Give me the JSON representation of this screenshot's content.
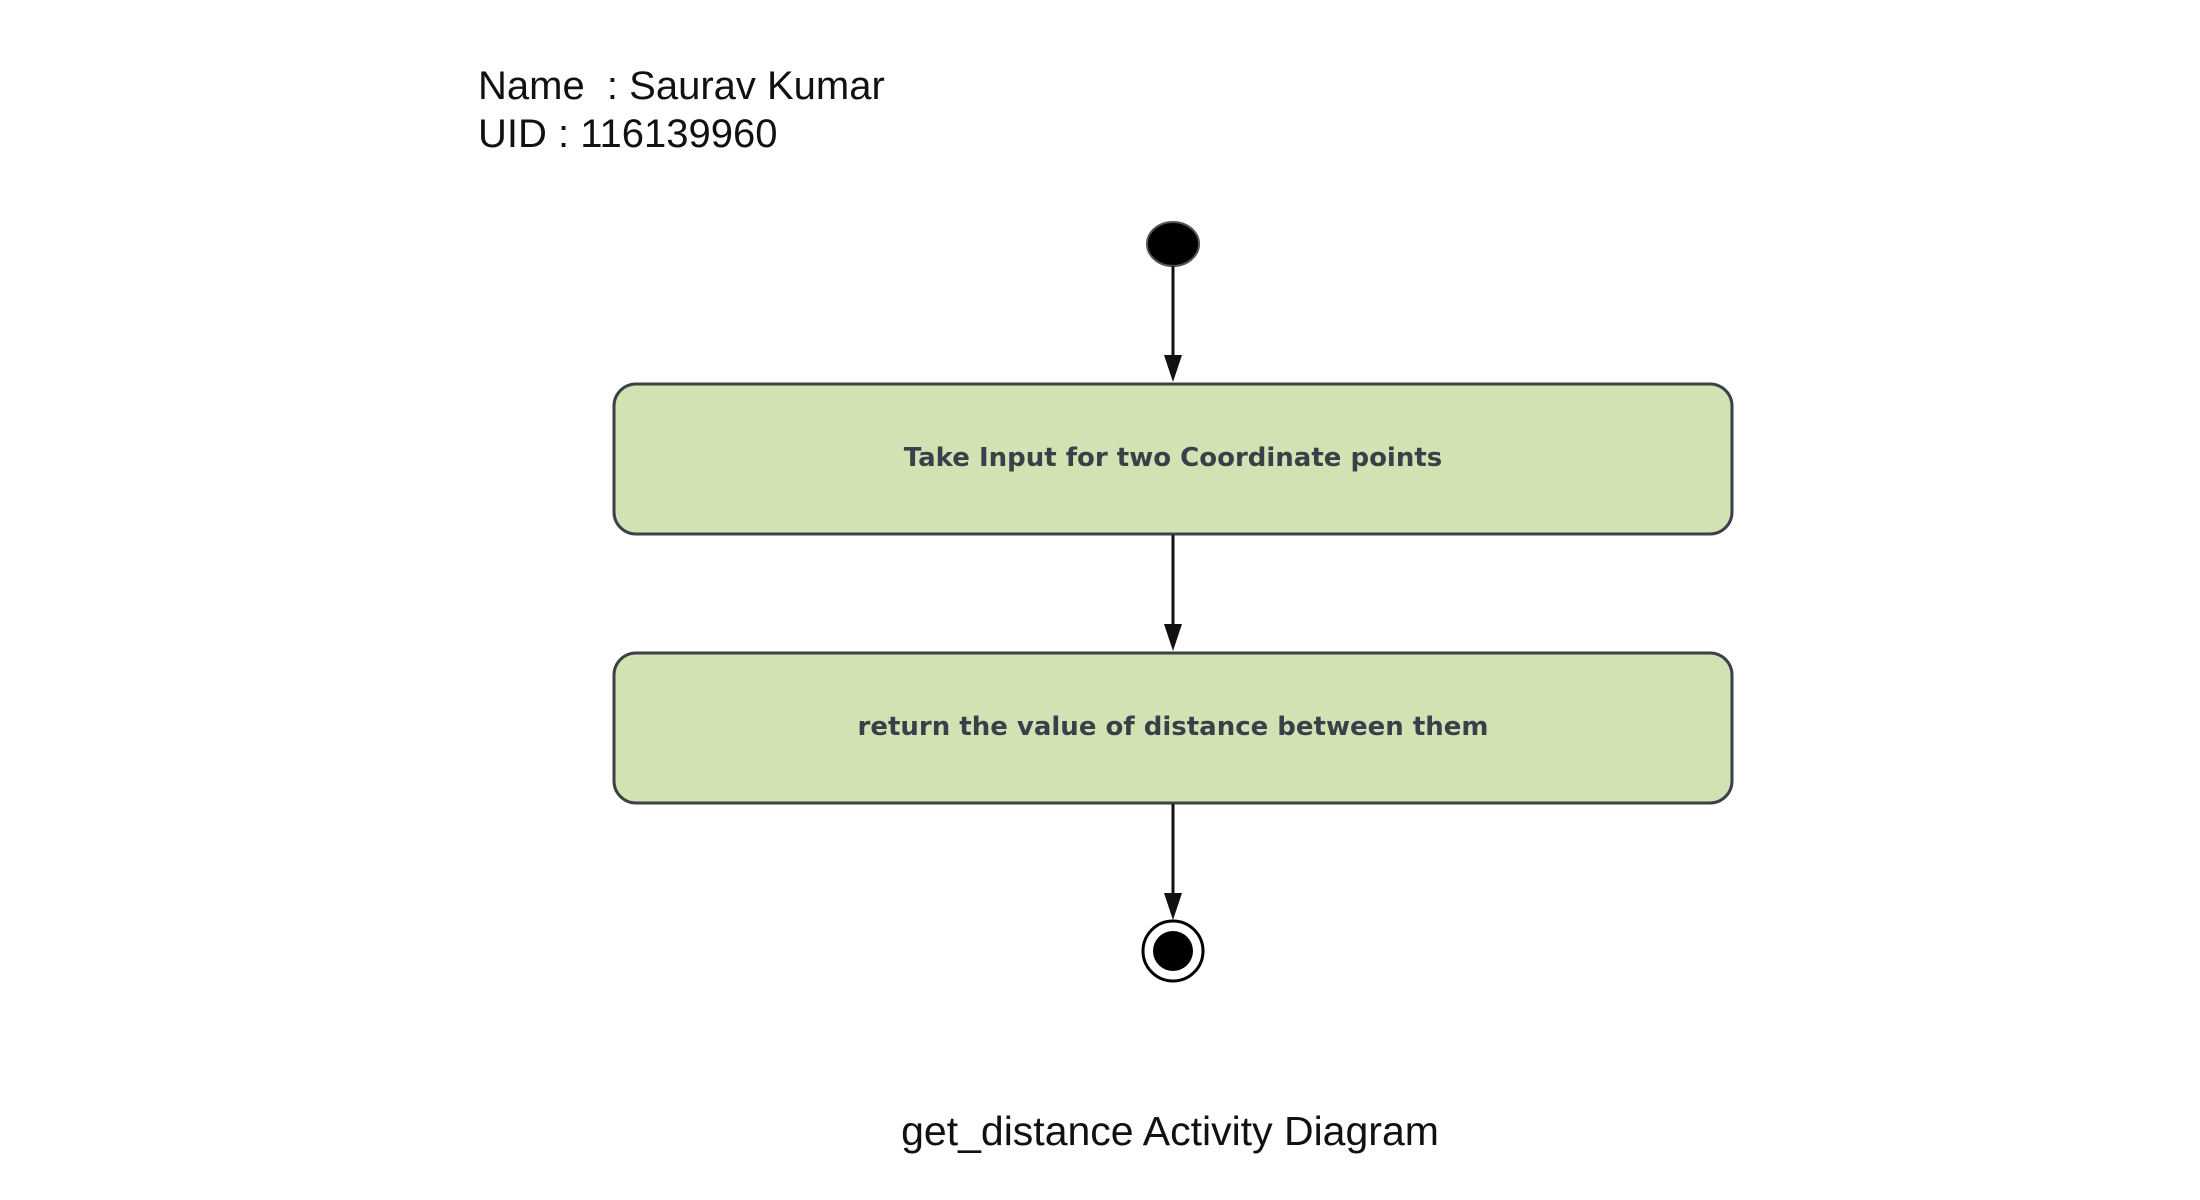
{
  "header": {
    "name_line": "Name  : Saurav Kumar",
    "uid_line": "UID : 116139960"
  },
  "diagram": {
    "title": "get_distance Activity Diagram",
    "nodes": [
      {
        "id": "start",
        "kind": "initial"
      },
      {
        "id": "take-input",
        "kind": "action",
        "label": "Take Input for two  Coordinate points"
      },
      {
        "id": "return-distance",
        "kind": "action",
        "label": "return the value of  distance between them"
      },
      {
        "id": "end",
        "kind": "final"
      }
    ],
    "edges": [
      {
        "from": "start",
        "to": "take-input"
      },
      {
        "from": "take-input",
        "to": "return-distance"
      },
      {
        "from": "return-distance",
        "to": "end"
      }
    ],
    "colors": {
      "action_fill": "#d1e3b2",
      "action_stroke": "#3d4147",
      "arrow": "#111111",
      "node": "#000000"
    }
  }
}
